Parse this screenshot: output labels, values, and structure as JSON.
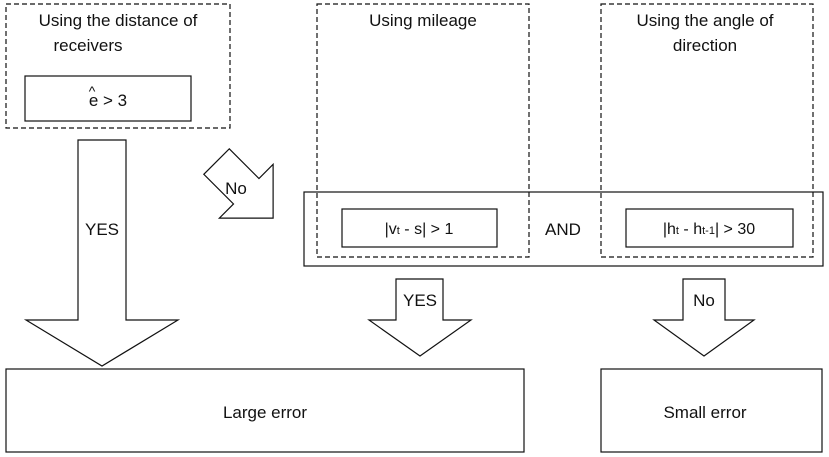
{
  "panels": {
    "distance": {
      "title_line1": "Using the distance of",
      "title_line2": "receivers",
      "condition_hat": "^",
      "condition_var": "e",
      "condition_rest": " > 3"
    },
    "mileage": {
      "title": "Using mileage",
      "condition_a": "|v",
      "condition_sub": "t",
      "condition_b": " - s| > 1"
    },
    "angle": {
      "title_line1": "Using the angle of",
      "title_line2": "direction",
      "condition_a": "|h",
      "condition_sub1": "t",
      "condition_b": " - h",
      "condition_sub2": "t-1",
      "condition_c": "| > 30"
    }
  },
  "connector": "AND",
  "arrows": {
    "left_yes": "YES",
    "no_branch": "No",
    "middle_yes": "YES",
    "right_no": "No"
  },
  "outcomes": {
    "large": "Large error",
    "small": "Small error"
  },
  "colors": {
    "stroke": "#111111",
    "fill": "#ffffff"
  }
}
